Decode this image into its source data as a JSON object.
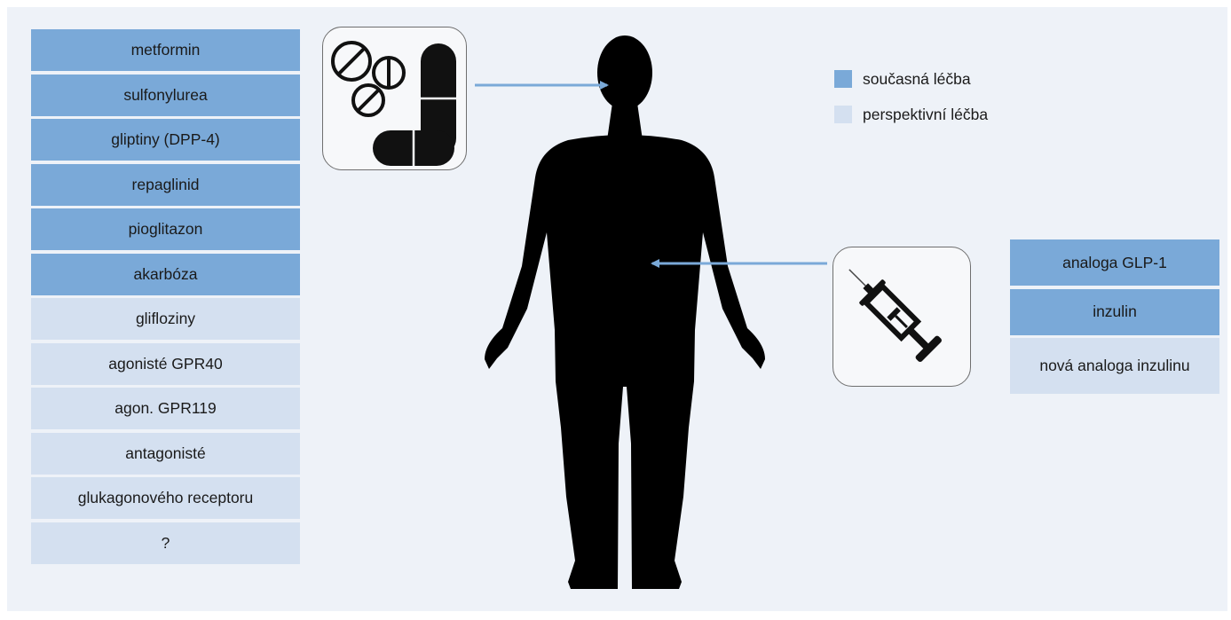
{
  "colors": {
    "current_treatment": "#7aa9d8",
    "prospective_treatment": "#d4e0f0",
    "arrow": "#7aa9d8",
    "silhouette": "#000000",
    "background": "#eef2f8"
  },
  "legend": {
    "current_label": "současná léčba",
    "prospective_label": "perspektivní léčba"
  },
  "oral_treatments": [
    {
      "label": "metformin",
      "status": "current"
    },
    {
      "label": "sulfonylurea",
      "status": "current"
    },
    {
      "label": "gliptiny (DPP-4)",
      "status": "current"
    },
    {
      "label": "repaglinid",
      "status": "current"
    },
    {
      "label": "pioglitazon",
      "status": "current"
    },
    {
      "label": "akarbóza",
      "status": "current"
    },
    {
      "label": "glifloziny",
      "status": "prospective"
    },
    {
      "label": "agonisté GPR40",
      "status": "prospective"
    },
    {
      "label": "agon. GPR119",
      "status": "prospective"
    },
    {
      "label": "antagonisté",
      "status": "prospective"
    },
    {
      "label": "glukagonového receptoru",
      "status": "prospective"
    },
    {
      "label": "?",
      "status": "prospective"
    }
  ],
  "injectable_treatments": [
    {
      "label": "analoga GLP-1",
      "status": "current"
    },
    {
      "label": "inzulin",
      "status": "current"
    },
    {
      "label": "nová analoga inzulinu",
      "status": "prospective"
    }
  ],
  "icons": {
    "oral": "pills-icon",
    "injectable": "syringe-icon",
    "body": "human-body-silhouette"
  }
}
